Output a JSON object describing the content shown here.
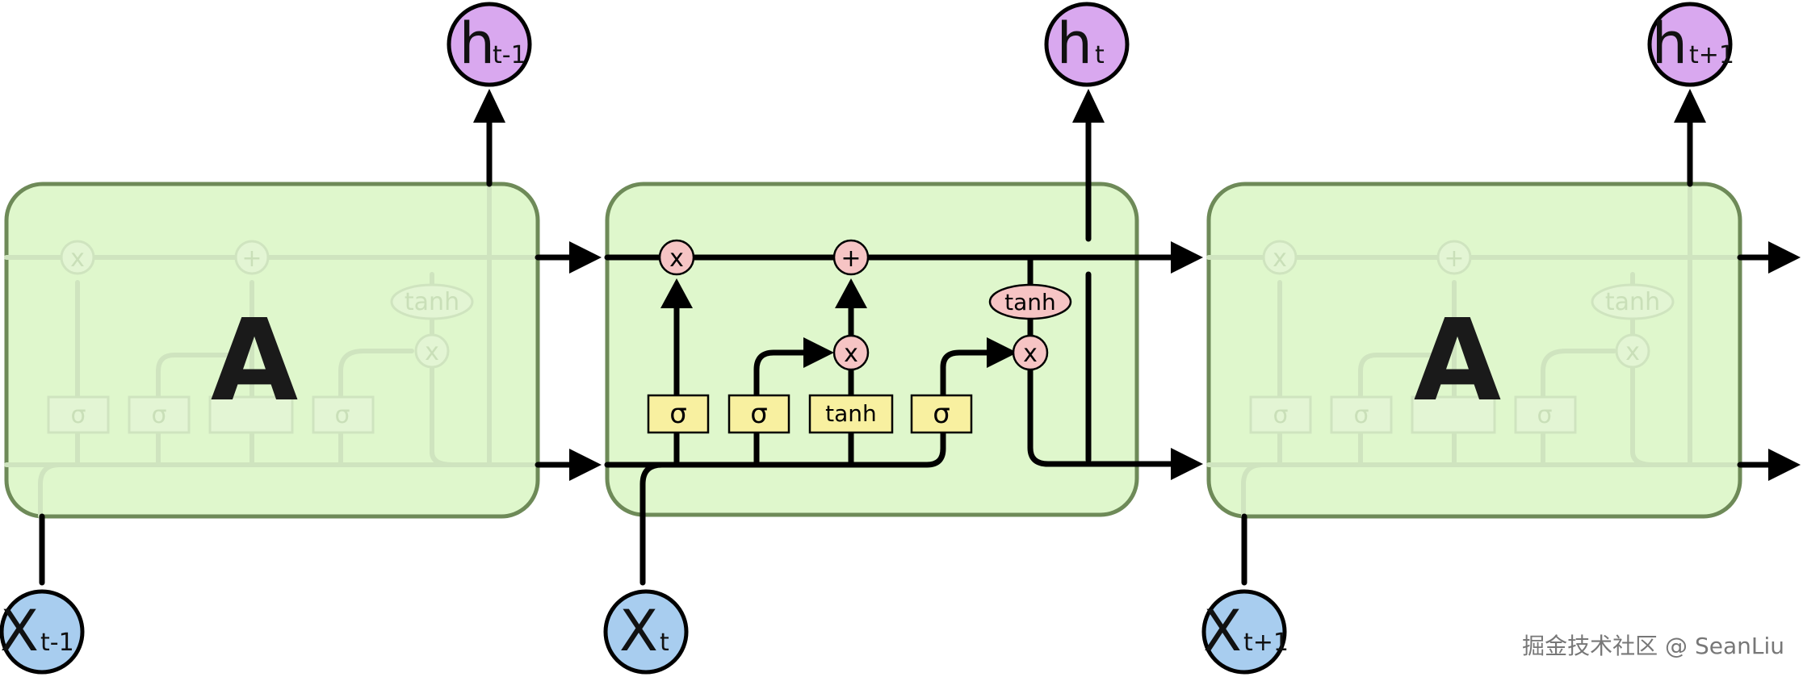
{
  "cells": {
    "left_label": "A",
    "right_label": "A"
  },
  "gates": {
    "forget": "σ",
    "input": "σ",
    "candidate": "tanh",
    "output": "σ",
    "cell_tanh": "tanh"
  },
  "ops": {
    "forget_mult": "x",
    "add": "+",
    "input_mult": "x",
    "output_mult": "x"
  },
  "outputs": [
    {
      "main": "h",
      "sub": "t-1"
    },
    {
      "main": "h",
      "sub": "t"
    },
    {
      "main": "h",
      "sub": "t+1"
    }
  ],
  "inputs": [
    {
      "main": "X",
      "sub": "t-1"
    },
    {
      "main": "X",
      "sub": "t"
    },
    {
      "main": "X",
      "sub": "t+1"
    }
  ],
  "ghost_labels": {
    "sigma": "σ",
    "tanh": "tanh",
    "mult": "x",
    "add": "+"
  },
  "watermark": "掘金技术社区 @ SeanLiu",
  "colors": {
    "cell_fill": "#dff7cc",
    "cell_border": "#6e8a58",
    "gate_fill": "#f8f0a0",
    "op_fill": "#f6c4c4",
    "h_fill": "#d9a8ef",
    "x_fill": "#a8cdef"
  }
}
